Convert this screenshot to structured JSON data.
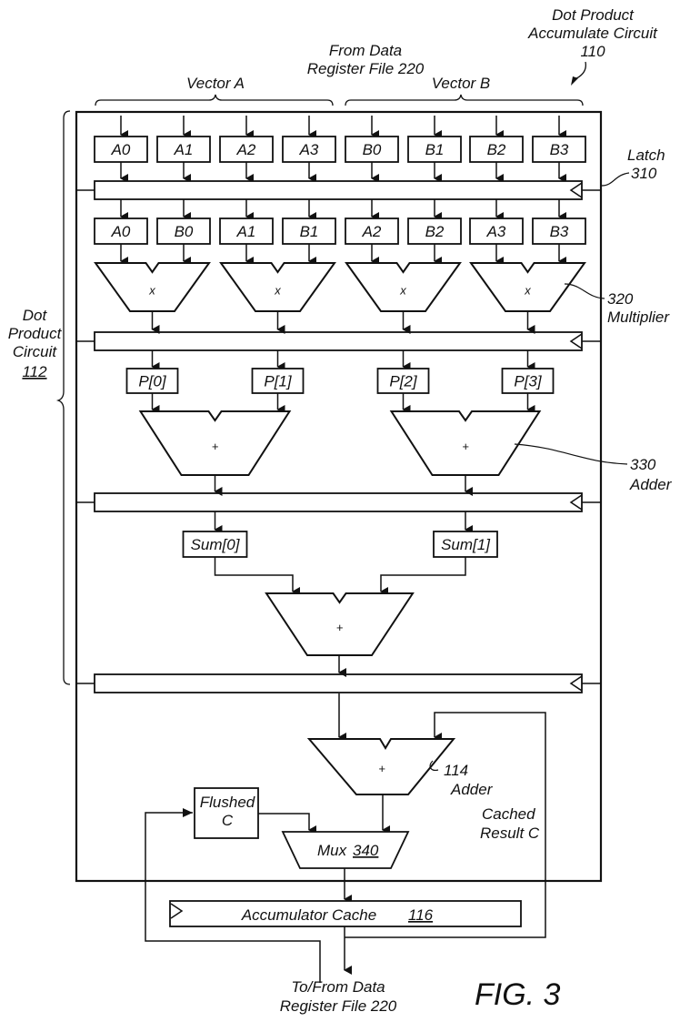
{
  "figure": {
    "label": "FIG. 3",
    "title_ref": "Dot Product Accumulate Circuit 110",
    "title_lines": [
      "Dot Product",
      "Accumulate Circuit",
      "110"
    ]
  },
  "inputs": {
    "source_lines": [
      "From Data",
      "Register File 220"
    ],
    "vector_a_label": "Vector A",
    "vector_b_label": "Vector B",
    "stage0_registers": [
      "A0",
      "A1",
      "A2",
      "A3",
      "B0",
      "B1",
      "B2",
      "B3"
    ],
    "stage1_registers": [
      "A0",
      "B0",
      "A1",
      "B1",
      "A2",
      "B2",
      "A3",
      "B3"
    ]
  },
  "latch": {
    "label_lines": [
      "Latch",
      "310"
    ]
  },
  "multipliers": {
    "symbol": "x",
    "count": 4,
    "label_lines": [
      "320",
      "Multiplier"
    ]
  },
  "products": [
    "P[0]",
    "P[1]",
    "P[2]",
    "P[3]"
  ],
  "adders_stage1": {
    "symbol": "+",
    "label_lines": [
      "330",
      "Adder"
    ]
  },
  "sums": [
    "Sum[0]",
    "Sum[1]"
  ],
  "adder_stage2": {
    "symbol": "+"
  },
  "dot_product_circuit": {
    "label_lines": [
      "Dot",
      "Product",
      "Circuit",
      "112"
    ]
  },
  "accumulate_adder": {
    "symbol": "+",
    "label_lines": [
      "114",
      "Adder"
    ]
  },
  "flushed": {
    "label_lines": [
      "Flushed",
      "C"
    ]
  },
  "mux": {
    "label": "Mux",
    "ref": "340"
  },
  "cached_result": {
    "label_lines": [
      "Cached",
      "Result C"
    ]
  },
  "accumulator_cache": {
    "label": "Accumulator Cache",
    "ref": "116"
  },
  "output": {
    "label_lines": [
      "To/From Data",
      "Register File 220"
    ]
  }
}
